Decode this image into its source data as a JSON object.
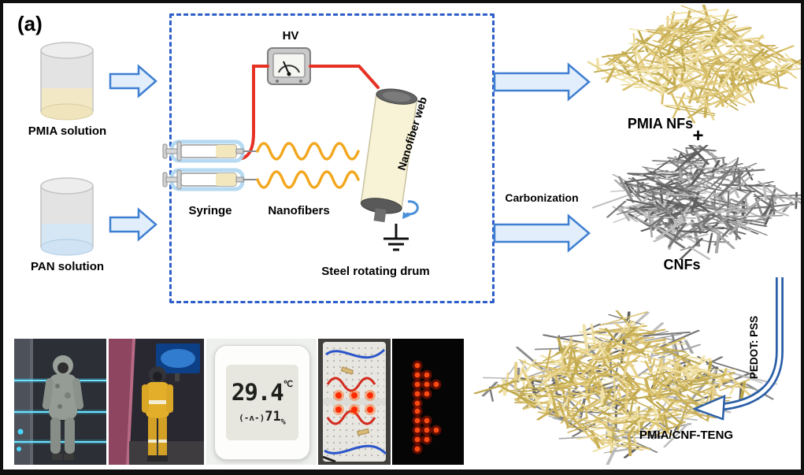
{
  "panel_label": "(a)",
  "solutions": {
    "pmia": "PMIA solution",
    "pan": "PAN solution"
  },
  "electrospinning": {
    "hv": "HV",
    "syringe": "Syringe",
    "nanofibers": "Nanofibers",
    "nanofiber_web": "Nanofiber web",
    "drum": "Steel rotating drum"
  },
  "process": {
    "carbonization": "Carbonization",
    "pedot": "PEDOT: PSS"
  },
  "products": {
    "pmia_nfs": "PMIA NFs",
    "plus": "+",
    "cnfs": "CNFs",
    "teng": "PMIA/CNF-TENG"
  },
  "sensor": {
    "temperature": "29.4",
    "temp_unit": "℃",
    "humidity_icon": "(-ʌ-)",
    "humidity": "71",
    "humidity_unit": "%"
  },
  "colors": {
    "arrow_fill": "#e2eefb",
    "arrow_stroke": "#3f7fd1",
    "dashed_box": "#2e5ec9",
    "wire_red": "#e63224",
    "fiber_orange": "#f2a71f",
    "pedot_blue": "#2b5fa8",
    "led_red": "#ff4a12",
    "led_glow": "#c81800",
    "pmia_palette": [
      "#e7d28c",
      "#d9c06a",
      "#cbb05a",
      "#f0e2a8",
      "#bfa94e"
    ],
    "cnf_palette": [
      "#a8a8a8",
      "#8c8c8c",
      "#767676",
      "#5f5f5f",
      "#bdbdbd"
    ]
  }
}
